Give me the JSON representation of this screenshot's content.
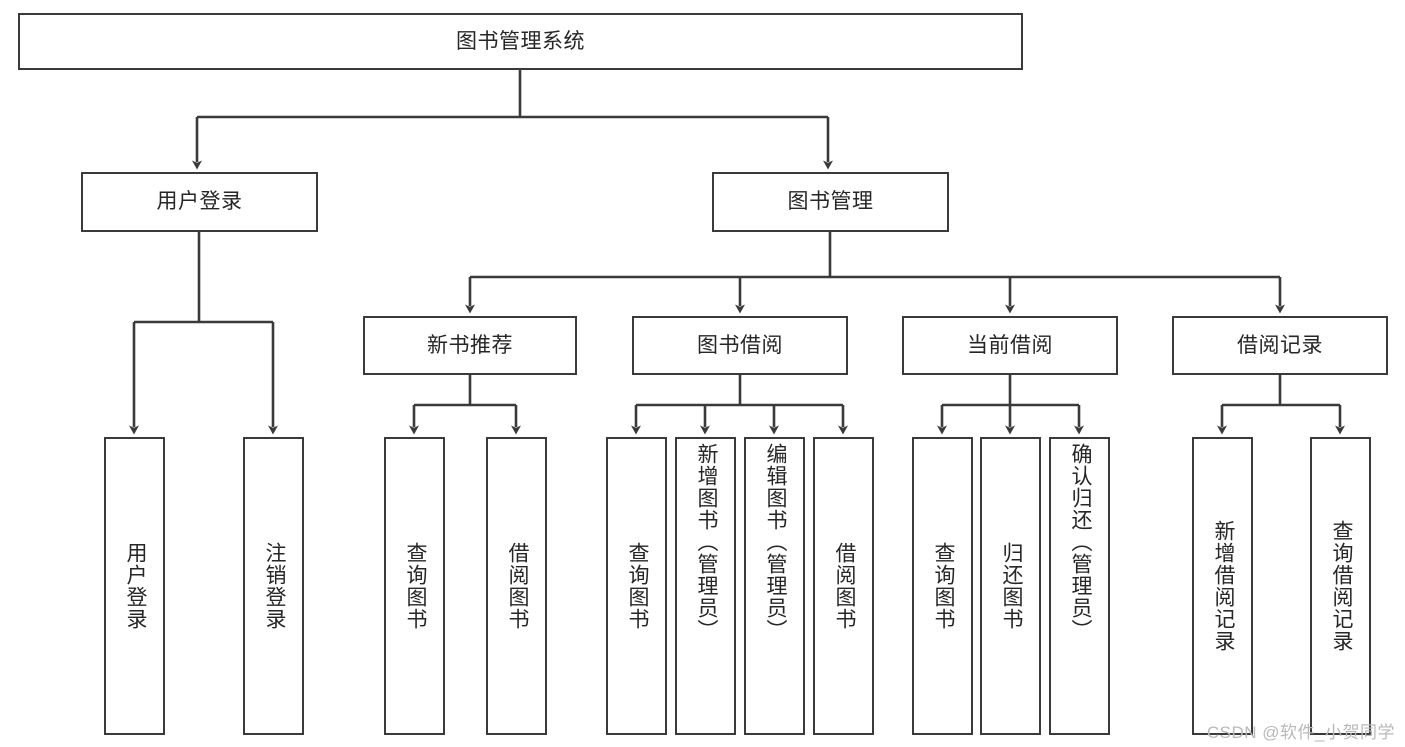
{
  "diagram": {
    "title": "图书管理系统",
    "type": "tree-hierarchy",
    "root": {
      "label": "图书管理系统"
    },
    "level2": [
      {
        "label": "用户登录"
      },
      {
        "label": "图书管理"
      }
    ],
    "level3": [
      {
        "label": "新书推荐"
      },
      {
        "label": "图书借阅"
      },
      {
        "label": "当前借阅"
      },
      {
        "label": "借阅记录"
      }
    ],
    "leaves": {
      "user_login": [
        {
          "label": "用户登录"
        },
        {
          "label": "注销登录"
        }
      ],
      "new_book_recommend": [
        {
          "label": "查询图书"
        },
        {
          "label": "借阅图书"
        }
      ],
      "book_borrow": [
        {
          "label": "查询图书"
        },
        {
          "label": "新增图书（管理员）"
        },
        {
          "label": "编辑图书（管理员）"
        },
        {
          "label": "借阅图书"
        }
      ],
      "current_borrow": [
        {
          "label": "查询图书"
        },
        {
          "label": "归还图书"
        },
        {
          "label": "确认归还（管理员）"
        }
      ],
      "borrow_record": [
        {
          "label": "新增借阅记录"
        },
        {
          "label": "查询借阅记录"
        }
      ]
    }
  },
  "watermark": {
    "text": "CSDN @软件_小贺同学"
  },
  "colors": {
    "stroke": "#3a3a3a",
    "text": "#262626",
    "background": "#ffffff",
    "watermark": "#b9b9b9"
  }
}
